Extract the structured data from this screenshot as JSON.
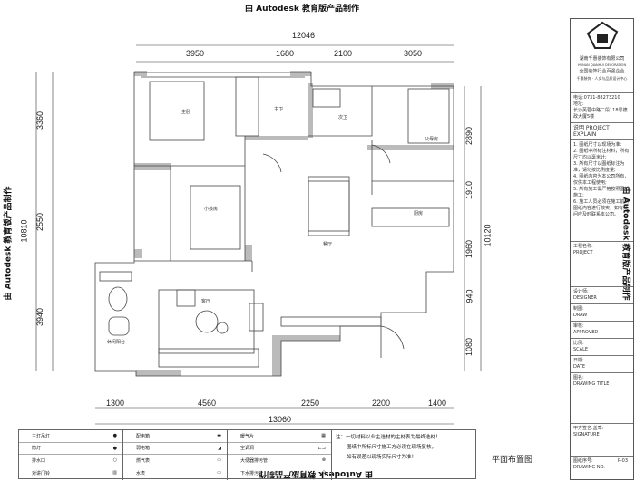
{
  "watermark": "由 Autodesk 教育版产品制作",
  "dimensions": {
    "top_total": "12046",
    "top": [
      "3950",
      "1680",
      "2100",
      "3050"
    ],
    "left_total": "10810",
    "left": [
      "3360",
      "2550",
      "3940"
    ],
    "right_total": "10120",
    "right": [
      "2890",
      "1910",
      "1960",
      "940",
      "1080"
    ],
    "bottom_total": "13060",
    "bottom": [
      "1300",
      "4560",
      "2250",
      "2200",
      "1400"
    ]
  },
  "rooms": [
    "主卧",
    "主卫",
    "次卫",
    "父母房",
    "小孩房",
    "餐厅",
    "厨房",
    "客厅",
    "休闲阳台"
  ],
  "legend": {
    "col1": [
      "主灯吊灯",
      "筒灯",
      "排水口",
      "对讲门铃"
    ],
    "col2": [
      "配电箱",
      "弱电箱",
      "燃气表",
      "水表"
    ],
    "col3": [
      "暖气片",
      "空调洞",
      "大便器排污管",
      "下水排污管"
    ],
    "notes": [
      "注：一切材料以业主选材的主材表为最终选材！",
      "图纸中所标尺寸施工方必须在现场复核，",
      "如有误差以现场实际尺寸为准！"
    ]
  },
  "drawing_title": "平面布置图",
  "title_block": {
    "company": "湖南千惠装饰有限公司",
    "company_en": "HUNAN QIANHUI DECORATION",
    "slogan": "全国装饰行业百强企业",
    "sub": "千惠装饰 · 人文与品质设计中心",
    "phone": "电话:0731-88273210",
    "address_label": "地址:",
    "address": "长沙芙蓉中路二段118号德政大厦5楼",
    "explain": "说明 PROJECT EXPLAIN",
    "explain_items": [
      "1. 图纸尺寸以现场为准;",
      "2. 图纸中所标注材料，所有尺寸均以毫米计;",
      "3. 所有尺寸以图纸标注为准，请勿按比例度量;",
      "4. 图纸内容为本公司所有，仅供本工程使用;",
      "5. 所有施工需严格按照图纸施工;",
      "6. 施工人员必须在施工前对图纸内容进行核实，如有疑问应及时联系本公司。"
    ],
    "fields": [
      {
        "cn": "工程名称:",
        "en": "PROJECT"
      },
      {
        "cn": "设计师:",
        "en": "DESIGNER"
      },
      {
        "cn": "制图:",
        "en": "DRAW"
      },
      {
        "cn": "审核:",
        "en": "APPROVED"
      },
      {
        "cn": "比例:",
        "en": "SCALE"
      },
      {
        "cn": "日期:",
        "en": "DATE"
      },
      {
        "cn": "图名:",
        "en": "DRAWING TITLE"
      },
      {
        "cn": "甲方签名.盖章:",
        "en": "SIGNATURE"
      }
    ],
    "drawing_no_cn": "图纸序号:",
    "drawing_no_en": "DRAWING NO.",
    "drawing_no": "P-03"
  }
}
